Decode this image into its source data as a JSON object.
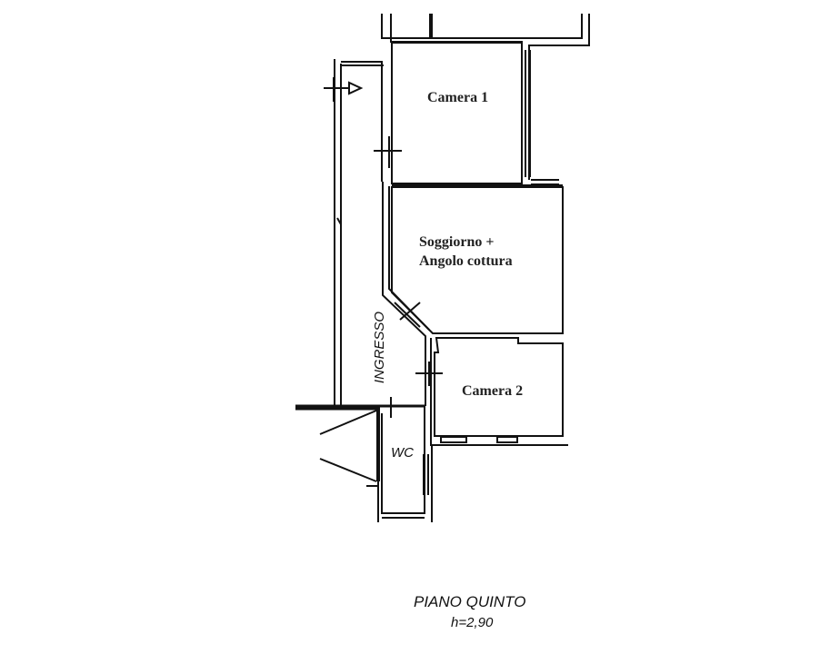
{
  "plan": {
    "rooms": {
      "camera1": "Camera 1",
      "soggiorno_line1": "Soggiorno +",
      "soggiorno_line2": "Angolo cottura",
      "camera2": "Camera 2",
      "ingresso": "INGRESSO",
      "wc": "WC"
    },
    "floor_title": "PIANO QUINTO",
    "floor_height": "h=2,90",
    "entrance_arrow": "arrow-right-icon"
  }
}
